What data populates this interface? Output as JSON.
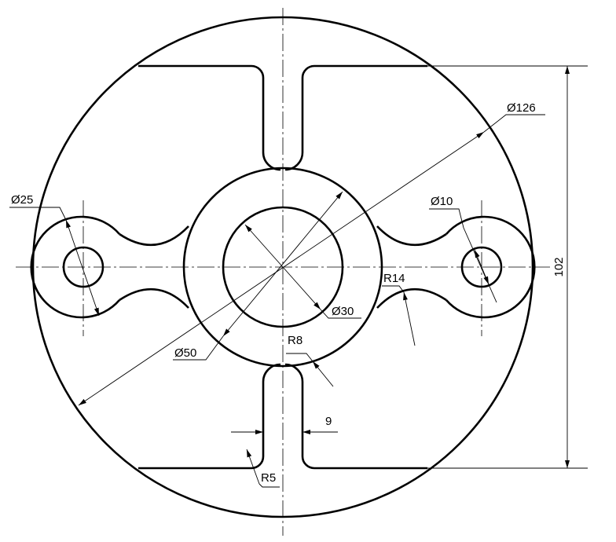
{
  "drawing": {
    "line_color": "#000000",
    "background": "#ffffff",
    "dimensions": {
      "outer_diameter": "Ø126",
      "height": "102",
      "lug_diameter": "Ø25",
      "hole_diameter": "Ø10",
      "hub_diameter": "Ø50",
      "bore_diameter": "Ø30",
      "arm_radius": "R14",
      "fillet_radius": "R8",
      "corner_radius": "R5",
      "slot_width": "9"
    }
  }
}
